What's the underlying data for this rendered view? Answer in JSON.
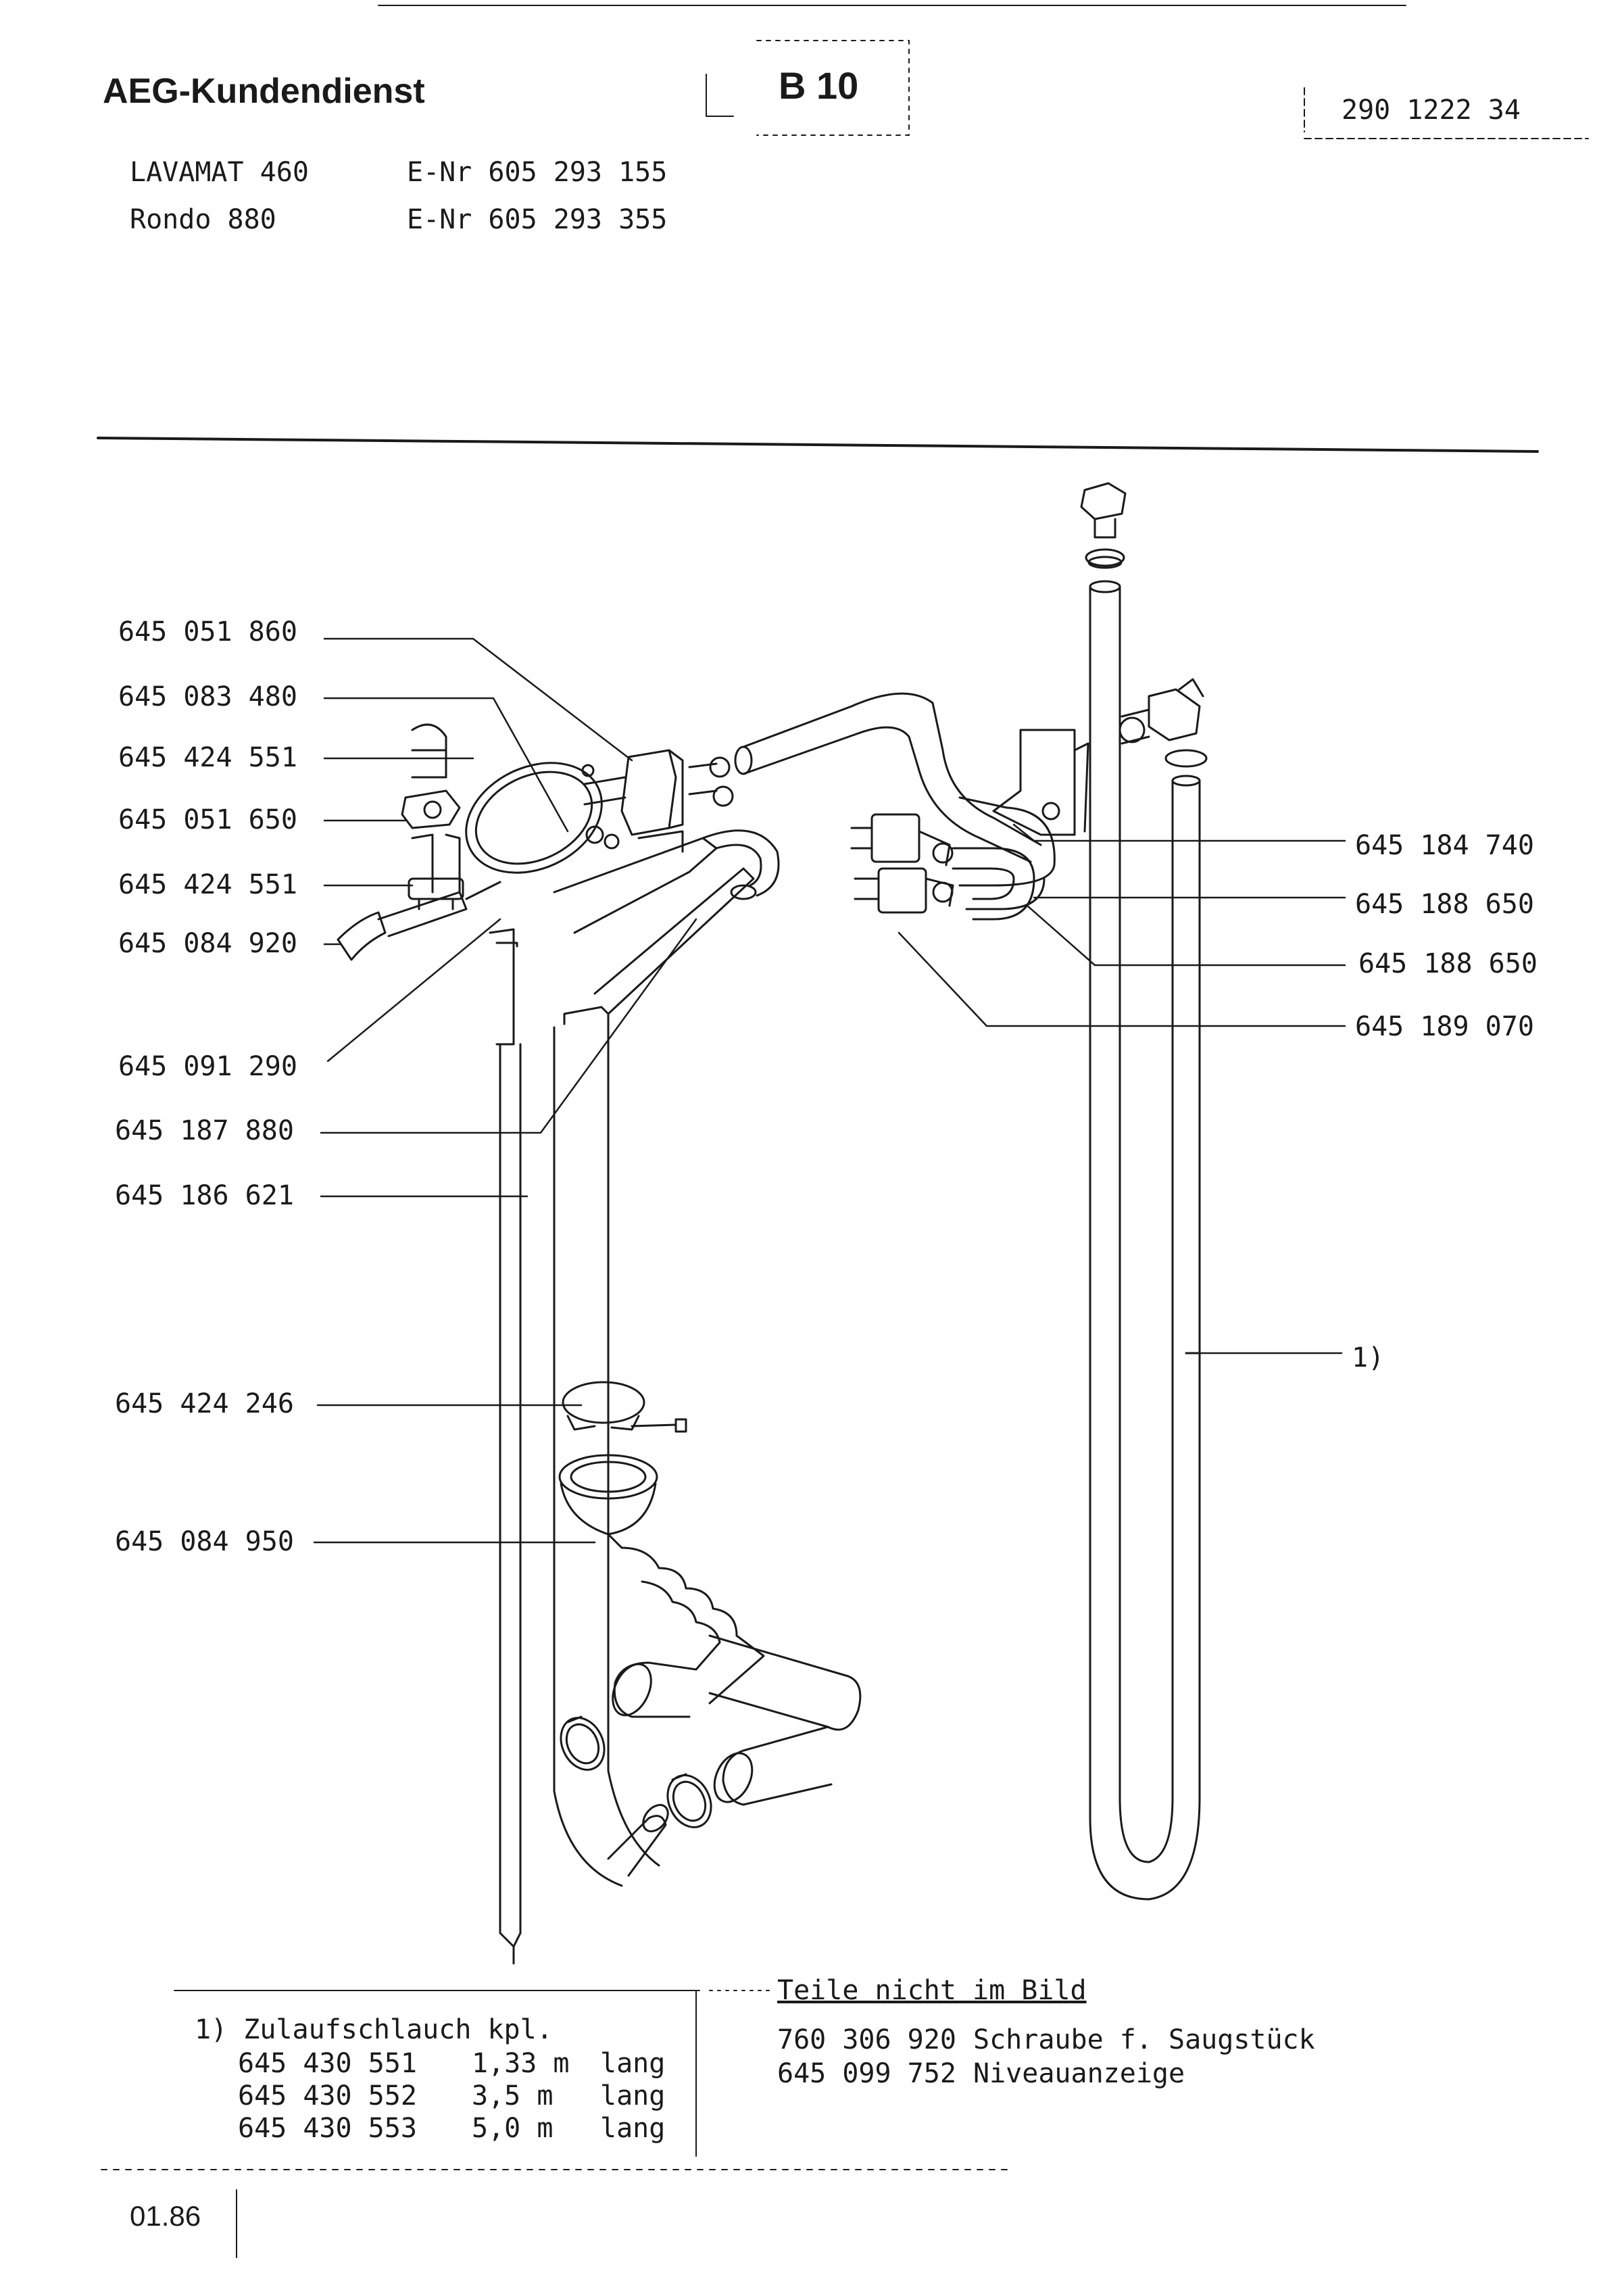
{
  "header": {
    "brand": "AEG-Kundendienst",
    "sheet_code": "B 10",
    "document_number": "290 1222 34",
    "models": [
      {
        "name": "LAVAMAT   460",
        "enr": "E-Nr 605 293 155"
      },
      {
        "name": "Rondo   880",
        "enr": "E-Nr 605 293 355"
      }
    ]
  },
  "callouts_left": [
    "645 051 860",
    "645 083 480",
    "645 424 551",
    "645 051 650",
    "645 424 551",
    "645 084 920",
    "645 091 290",
    "645 187 880",
    "645 186 621",
    "645 424 246",
    "645 084 950"
  ],
  "callouts_right": [
    "645 184 740",
    "645 188 650",
    "645 188 650",
    "645 189 070",
    "1)"
  ],
  "footnote": {
    "title": "1) Zulaufschlauch kpl.",
    "rows": [
      {
        "part": "645 430 551",
        "length": "1,33 m",
        "note": "lang"
      },
      {
        "part": "645 430 552",
        "length": "3,5  m",
        "note": "lang"
      },
      {
        "part": "645 430 553",
        "length": "5,0  m",
        "note": "lang"
      }
    ]
  },
  "not_pictured": {
    "title": "Teile nicht im Bild",
    "rows": [
      {
        "part": "760 306 920",
        "desc": "Schraube f. Saugstück"
      },
      {
        "part": "645 099 752",
        "desc": "Niveauanzeige"
      }
    ]
  },
  "footer": {
    "date": "01.86"
  }
}
